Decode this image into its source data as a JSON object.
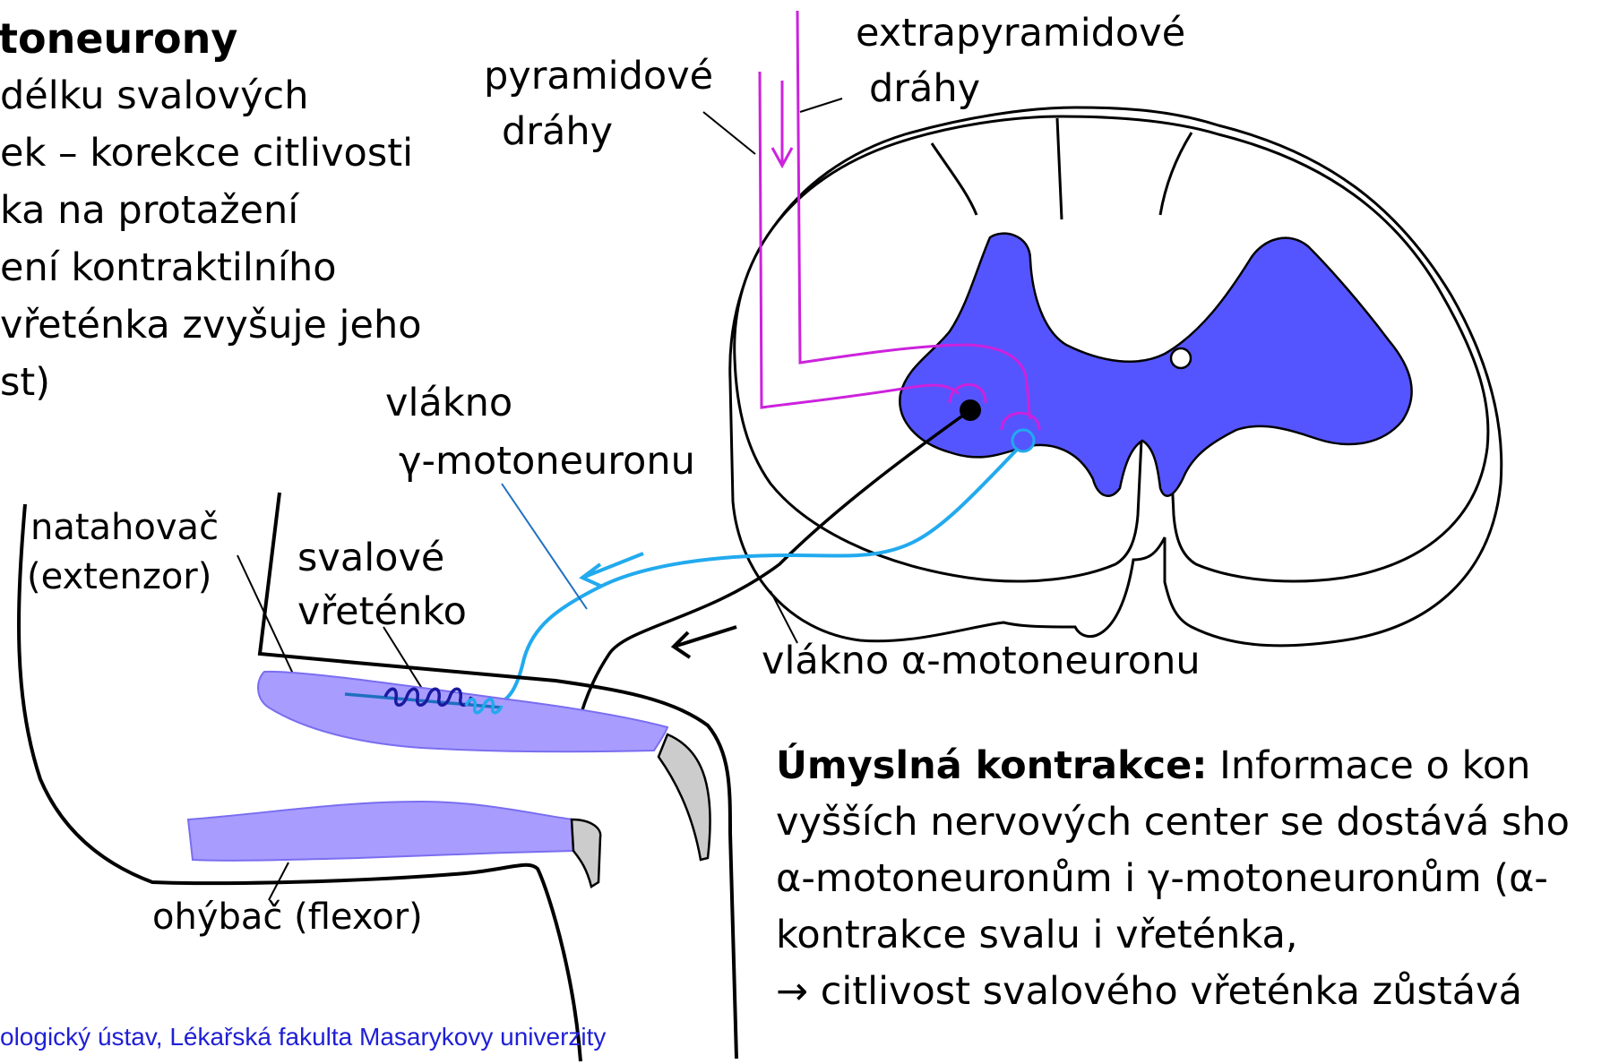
{
  "left_text": {
    "heading": "toneurony",
    "lines": [
      "délku svalových",
      "ek – korekce citlivosti",
      "ka na protažení",
      "ení kontraktilního",
      " vřeténka zvyšuje jeho",
      "st)"
    ]
  },
  "labels": {
    "pyramidal_1": "pyramidové",
    "pyramidal_2": "dráhy",
    "extrapyramidal_1": "extrapyramidové",
    "extrapyramidal_2": "dráhy",
    "gamma_fiber_1": "vlákno",
    "gamma_fiber_2": "γ-motoneuronu",
    "alpha_fiber": "vlákno α-motoneuronu",
    "extensor_1": "natahovač",
    "extensor_2": "(extenzor)",
    "spindle_1": "svalové",
    "spindle_2": "vřeténko",
    "flexor": "ohýbač (flexor)"
  },
  "bottom_text": {
    "bold_lead": "Úmyslná kontrakce:",
    "line1_rest": " Informace o kon",
    "line2": "vyšších nervových center se dostává sho",
    "line3": "α-motoneuronům i γ-motoneuronům (α-",
    "line4": "kontrakce svalu i vřeténka,",
    "line5": "→ citlivost svalového vřeténka zůstává "
  },
  "footer": "ologický ústav, Lékařská fakulta Masarykovy univerzity",
  "colors": {
    "grey_matter": "#5555ff",
    "muscle": "#a89cff",
    "pyramidal_tract": "#cc22dd",
    "gamma_fiber": "#22aaee",
    "alpha_fiber": "#000000",
    "spindle": "#1a1aa0",
    "footer": "#1f1fd6"
  }
}
